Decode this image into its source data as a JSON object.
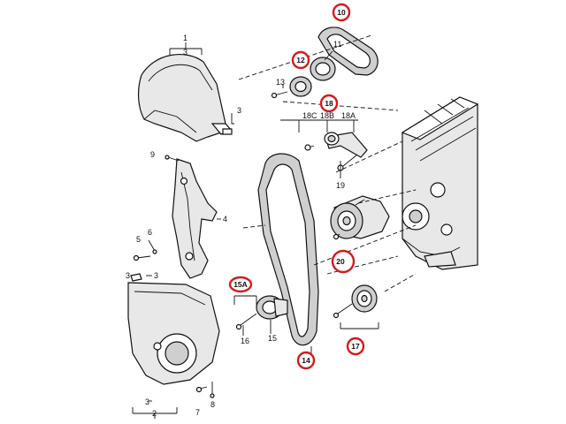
{
  "callouts": {
    "c1": "1",
    "c2": "2",
    "c3a": "3",
    "c3b": "3",
    "c3c": "3",
    "c3d": "3",
    "c3e": "3",
    "c4": "4",
    "c5": "5",
    "c6": "6",
    "c7": "7",
    "c8": "8",
    "c9": "9",
    "c10": "10",
    "c11": "11",
    "c12": "12",
    "c13": "13",
    "c14": "14",
    "c15": "15",
    "c15a": "15A",
    "c16": "16",
    "c17": "17",
    "c18": "18",
    "c18a": "18A",
    "c18b": "18B",
    "c18c": "18C",
    "c19": "19",
    "c20": "20"
  },
  "colors": {
    "highlight": "#d11c1c",
    "line": "#111111",
    "shade": "#cfcfcf"
  }
}
